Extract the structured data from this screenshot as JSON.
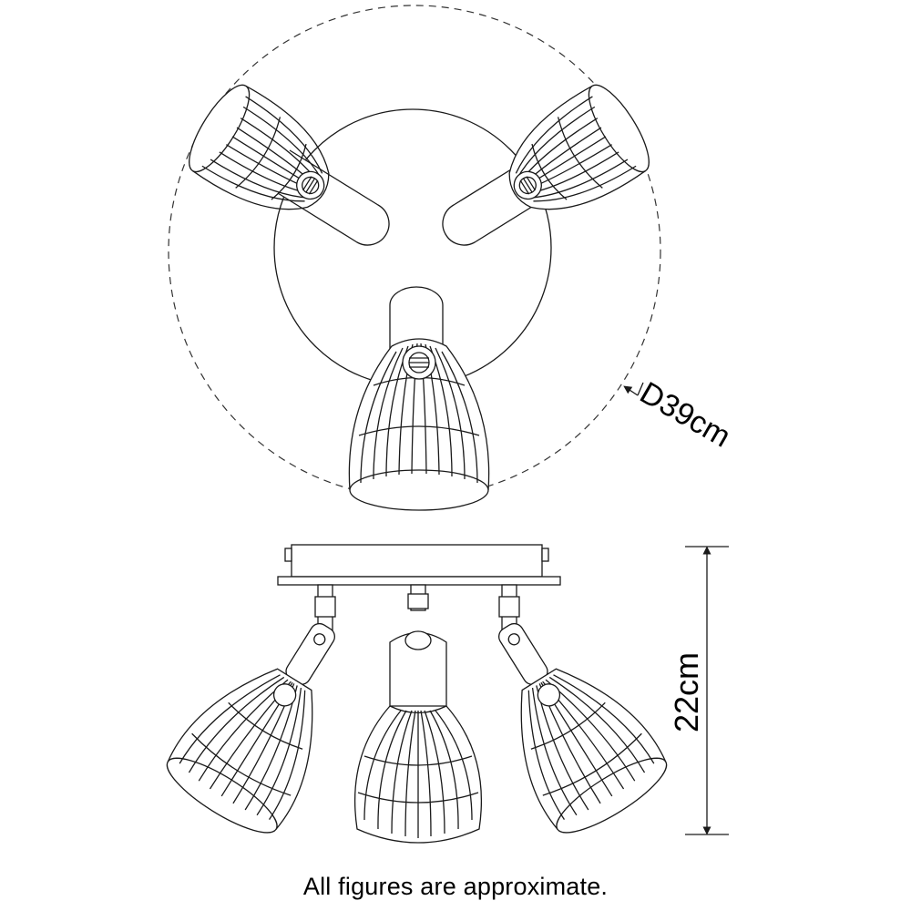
{
  "diagram": {
    "diameter_label": "D39cm",
    "height_label": "22cm",
    "footnote": "All figures are approximate."
  },
  "colors": {
    "line": "#1a1a1a",
    "dash": "#333333",
    "background": "#ffffff"
  }
}
